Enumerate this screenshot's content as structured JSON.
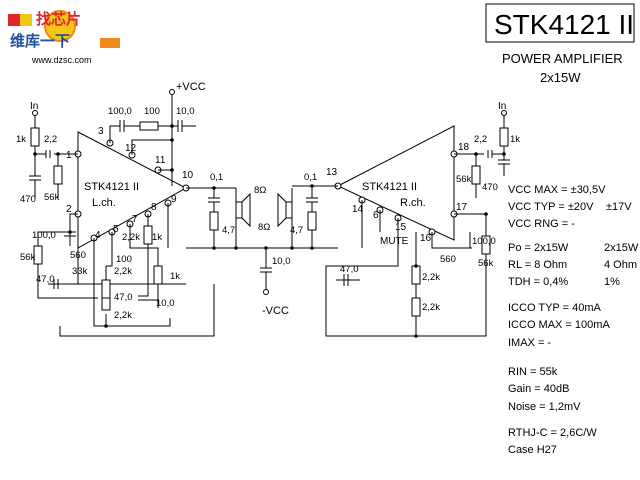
{
  "logo": {
    "top_text": "找芯片",
    "bottom_text": "维库一下",
    "url": "www.dzsc.com",
    "colors": {
      "red": "#e0242a",
      "orange": "#f08a1c",
      "yellow": "#f5c518",
      "blue": "#1f4fa3"
    }
  },
  "header": {
    "part_number": "STK4121 II",
    "subtitle": "POWER AMPLIFIER",
    "power_rating": "2x15W"
  },
  "specs": {
    "vcc_max": "VCC MAX = ±30,5V",
    "vcc_typ": "VCC TYP = ±20V",
    "vcc_typ_alt": "±17V",
    "vcc_rng": "VCC RNG = -",
    "po": "Po = 2x15W",
    "po_alt": "2x15W",
    "rl": "RL = 8 Ohm",
    "rl_alt": "4 Ohm",
    "tdh": "TDH = 0,4%",
    "tdh_alt": "1%",
    "icco_typ": "ICCO TYP = 40mA",
    "icco_max": "ICCO MAX = 100mA",
    "imax": "IMAX = -",
    "rin": "RIN = 55k",
    "gain": "Gain = 40dB",
    "noise": "Noise = 1,2mV",
    "rthj": "RTHJ-C = 2,6C/W",
    "case": "Case H27"
  },
  "schematic": {
    "left_chip_label": "STK4121 II",
    "left_channel": "L.ch.",
    "right_chip_label": "STK4121 II",
    "right_channel": "R.ch.",
    "supply_pos": "+VCC",
    "supply_neg": "-VCC",
    "input_label": "In",
    "mute_label": "MUTE",
    "pins": [
      "1",
      "2",
      "3",
      "4",
      "5",
      "6",
      "7",
      "8",
      "9",
      "10",
      "11",
      "12",
      "13",
      "14",
      "15",
      "16",
      "17",
      "18"
    ],
    "components": {
      "r_1k": "1k",
      "c_2_2": "2,2",
      "c_470": "470",
      "r_56k": "56k",
      "c_100_0": "100,0",
      "r_100": "100",
      "c_10_0": "10,0",
      "c_0_1": "0,1",
      "spk_8ohm": "8Ω",
      "r_4_7": "4,7",
      "r_560": "560",
      "r_33k": "33k",
      "c_47_0": "47,0",
      "r_2_2k": "2,2k"
    }
  }
}
